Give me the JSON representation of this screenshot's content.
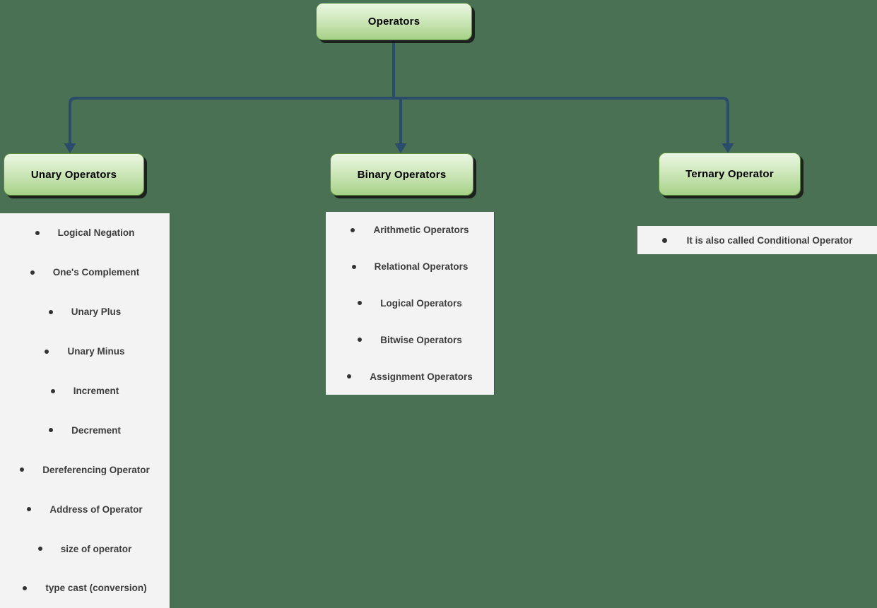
{
  "diagram": {
    "title": "Operators classification tree",
    "root": {
      "label": "Operators"
    },
    "branches": [
      {
        "label": "Unary Operators",
        "items": [
          "Logical Negation",
          "One's Complement",
          "Unary Plus",
          "Unary Minus",
          "Increment",
          "Decrement",
          "Dereferencing Operator",
          "Address of Operator",
          "size of operator",
          "type cast (conversion)"
        ]
      },
      {
        "label": "Binary Operators",
        "items": [
          "Arithmetic Operators",
          "Relational Operators",
          "Logical Operators",
          "Bitwise Operators",
          "Assignment Operators"
        ]
      },
      {
        "label": "Ternary Operator",
        "items": [
          "It is also called Conditional Operator"
        ]
      }
    ],
    "colors": {
      "background": "#4a7153",
      "connector": "#2a4b69",
      "node_fill_top": "#eaf6e2",
      "node_fill_bottom": "#a6d187",
      "node_border": "#5a8f3e",
      "node_shadow": "#161616",
      "panel_background": "#f3f3f3",
      "list_text": "#3d3d3d"
    }
  }
}
